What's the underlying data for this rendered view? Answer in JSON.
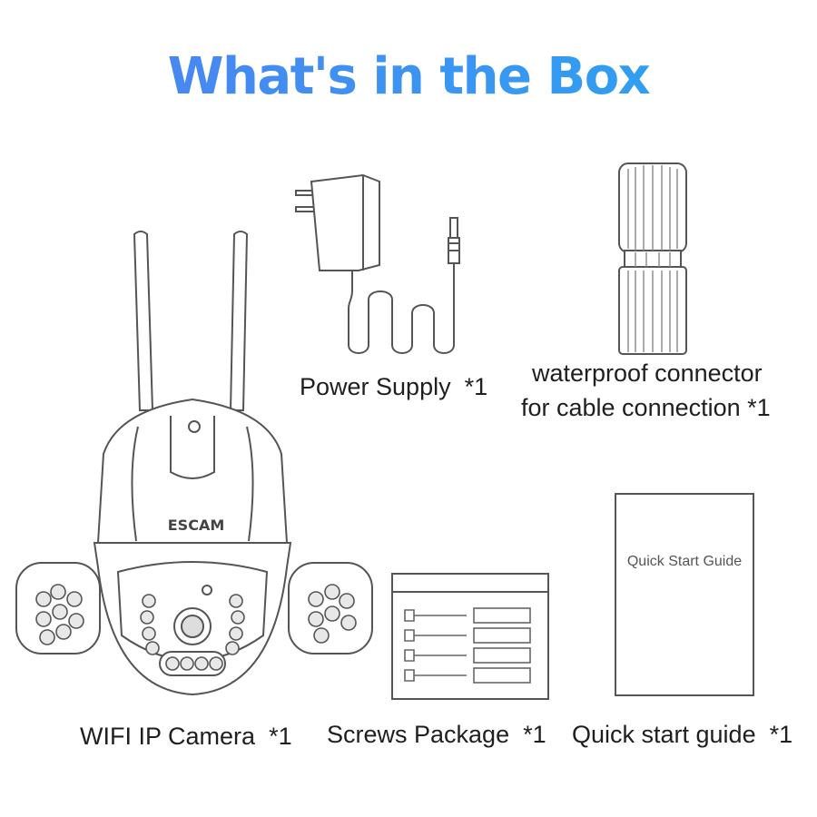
{
  "title": "What's in the Box",
  "items": [
    {
      "id": "power-supply",
      "label": "Power Supply",
      "qty": "*1"
    },
    {
      "id": "waterproof-connector",
      "label_line1": "waterproof connector",
      "label_line2": "for cable connection",
      "qty": "*1"
    },
    {
      "id": "camera",
      "label": "WIFI IP Camera",
      "qty": "*1",
      "brand": "ESCAM"
    },
    {
      "id": "screws",
      "label": "Screws Package",
      "qty": "*1"
    },
    {
      "id": "guide",
      "label": "Quick start guide",
      "qty": "*1",
      "cover_text": "Quick Start Guide"
    }
  ],
  "colors": {
    "title_gradient_start": "#4f7ff0",
    "title_gradient_end": "#27a6ef",
    "line_art": "#555555"
  }
}
